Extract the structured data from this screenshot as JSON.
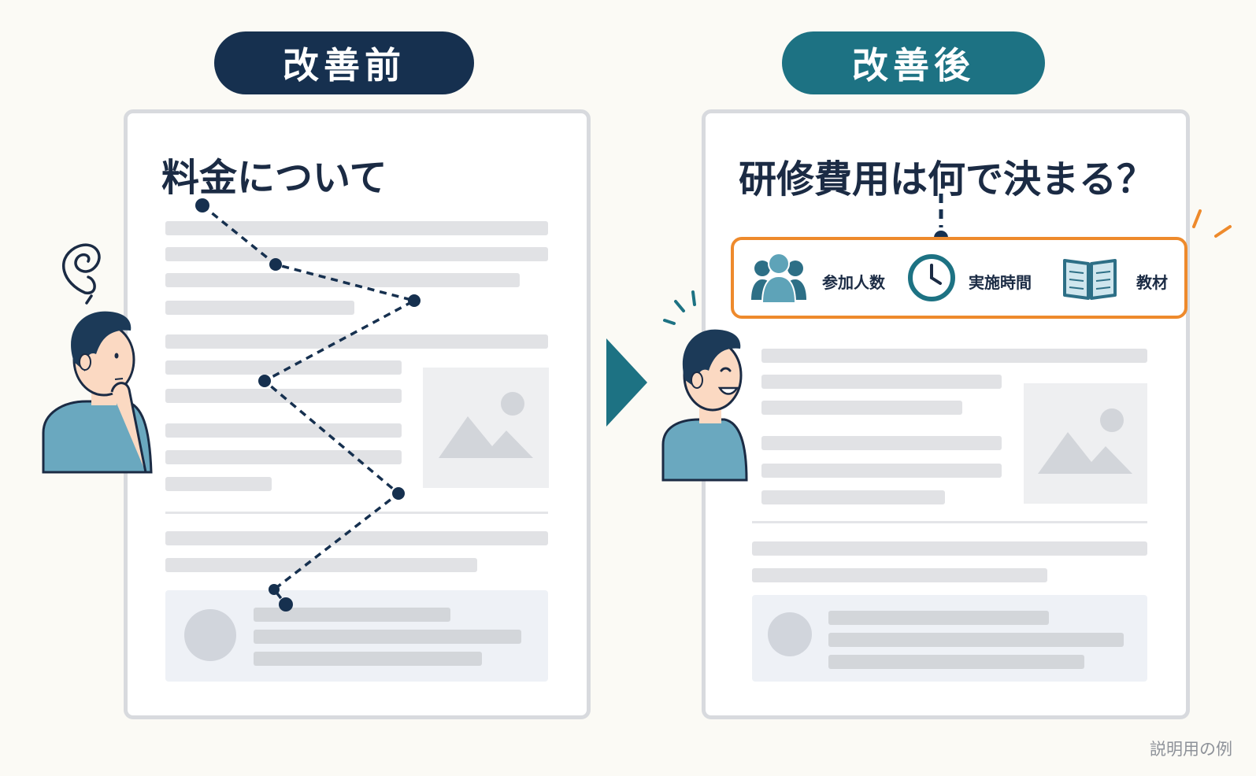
{
  "before": {
    "label": "改善前",
    "heading": "料金について"
  },
  "after": {
    "label": "改善後",
    "heading": "研修費用は何で決まる？",
    "factors": [
      {
        "label": "参加人数",
        "icon": "people-icon"
      },
      {
        "label": "実施時間",
        "icon": "clock-icon"
      },
      {
        "label": "教材",
        "icon": "book-icon"
      }
    ]
  },
  "caption": "説明用の例",
  "colors": {
    "navy": "#16304f",
    "teal": "#1d7283",
    "orange": "#ee8a2c",
    "skin": "#fbd9c2",
    "shirt": "#6aa8bf",
    "hair": "#1c3a58"
  }
}
